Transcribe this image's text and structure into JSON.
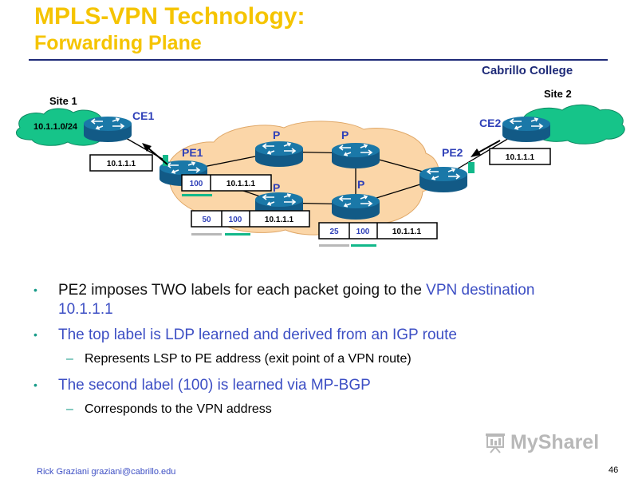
{
  "slide": {
    "title_line1": "MPLS-VPN Technology:",
    "title_line2": "Forwarding Plane",
    "college": "Cabrillo College",
    "footer_author": "Rick Graziani  graziani@cabrillo.edu",
    "page_number": "46"
  },
  "diagram": {
    "site1_label": "Site 1",
    "site1_network": "10.1.1.0/24",
    "site2_label": "Site 2",
    "ce1_label": "CE1",
    "ce2_label": "CE2",
    "pe1_label": "PE1",
    "pe2_label": "PE2",
    "p1_label": "P",
    "p2_label": "P",
    "p3_label": "P",
    "p4_label": "P",
    "packet_ce1": {
      "addr": "10.1.1.1"
    },
    "packet_ce2": {
      "addr": "10.1.1.1"
    },
    "packet_pe1": {
      "label1": "100",
      "addr": "10.1.1.1"
    },
    "packet_p3": {
      "label1": "50",
      "label2": "100",
      "addr": "10.1.1.1"
    },
    "packet_p4": {
      "label1": "25",
      "label2": "100",
      "addr": "10.1.1.1"
    },
    "colors": {
      "cloud_green": "#16c489",
      "core_cloud": "#fbd6a8",
      "router_blue": "#1a78a8",
      "marker_green": "#12b88a"
    }
  },
  "bullets": {
    "b1_text": "PE2 imposes TWO labels for each packet going to the ",
    "b1_highlight": "VPN destination 10.1.1.1",
    "b2_text": "The top label is LDP learned and derived from an IGP route",
    "b2_sub": "Represents LSP to PE address (exit point of a VPN route)",
    "b3_text": "The second label (100) is learned via MP-BGP",
    "b3_sub": "Corresponds to the VPN address"
  },
  "watermark": {
    "text": "MySharel",
    "icon": "projector-screen-icon"
  }
}
